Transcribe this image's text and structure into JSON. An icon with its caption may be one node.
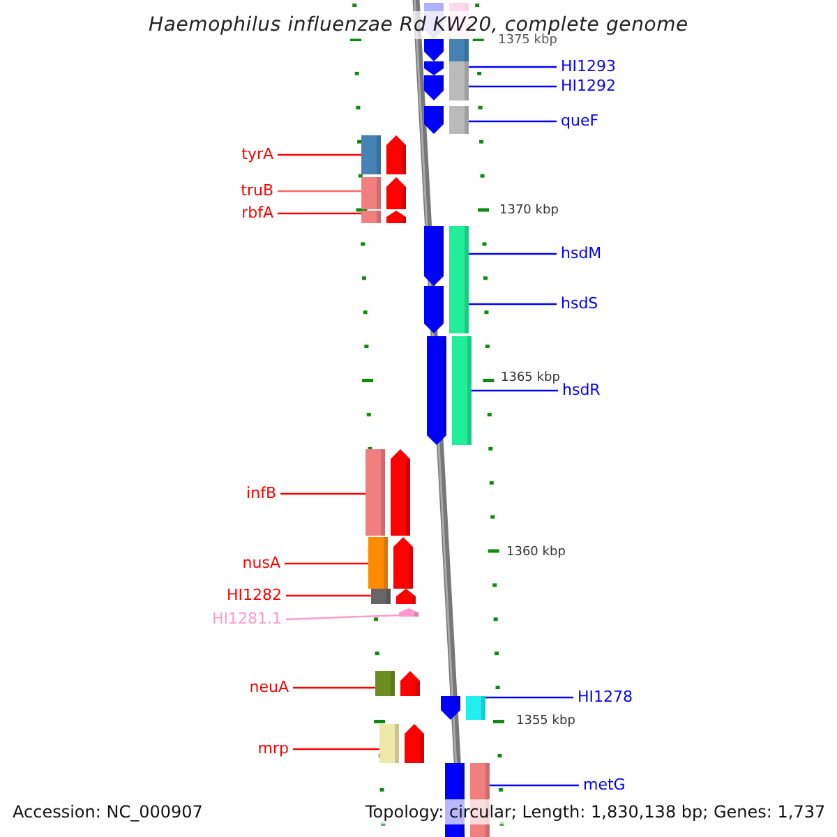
{
  "diagram": {
    "title": "Haemophilus influenzae Rd KW20, complete genome",
    "nodes": [
      {
        "text": [
          "HI1293"
        ]
      },
      {
        "text": [],
        "shape": "arrow"
      },
      {
        "text": [
          "HI1292"
        ]
      },
      {
        "text": [],
        "shape": "arrow"
      },
      {
        "text": [
          "queF"
        ]
      },
      {
        "text": [],
        "shape": "arrow"
      },
      {
        "text": [
          "tyrA"
        ]
      },
      {
        "text": [],
        "shape": "arrow"
      },
      {
        "text": [
          "truB"
        ]
      },
      {
        "text": [],
        "shape": "arrow"
      },
      {
        "text": [
          "rbfA"
        ]
      },
      {
        "text": [],
        "shape": "arrow"
      },
      {
        "text": [
          "hsdM"
        ]
      },
      {
        "text": [],
        "shape": "arrow"
      },
      {
        "text": [
          "hsdS"
        ]
      },
      {
        "text": [],
        "shape": "arrow"
      },
      {
        "text": [
          "hsdR"
        ]
      },
      {
        "text": [],
        "shape": "arrow"
      },
      {
        "text": [
          "infB"
        ]
      },
      {
        "text": [],
        "shape": "arrow"
      },
      {
        "text": [
          "nusA"
        ]
      },
      {
        "text": [],
        "shape": "arrow"
      },
      {
        "text": [
          "HI1282"
        ]
      },
      {
        "text": [],
        "shape": "arrow"
      },
      {
        "text": [
          "HI1281.1"
        ]
      },
      {
        "text": [],
        "shape": "arrow"
      },
      {
        "text": [
          "neuA"
        ]
      },
      {
        "text": [],
        "shape": "arrow"
      },
      {
        "text": [
          "HI1278"
        ]
      },
      {
        "text": [],
        "shape": "arrow"
      },
      {
        "text": [
          "mrp"
        ]
      },
      {
        "text": [],
        "shape": "arrow"
      },
      {
        "text": [
          "metG"
        ]
      },
      {
        "text": [],
        "shape": "arrow"
      },
      {
        "text": [],
        "shape": "arrow"
      },
      {
        "text": [],
        "shape": "arrow"
      }
    ],
    "edges": [
      {
        "from": 0,
        "to": 1,
        "arrow": "none",
        "color": "#0000ff"
      },
      {
        "from": 2,
        "to": 3,
        "arrow": "none",
        "color": "#0000ff"
      },
      {
        "from": 4,
        "to": 5,
        "arrow": "none",
        "color": "#0000ff"
      },
      {
        "from": 6,
        "to": 7,
        "arrow": "none",
        "color": "#ff0000"
      },
      {
        "from": 8,
        "to": 9,
        "arrow": "none",
        "color": "#ff6666"
      },
      {
        "from": 10,
        "to": 11,
        "arrow": "none",
        "color": "#ff0000"
      },
      {
        "from": 12,
        "to": 13,
        "arrow": "none",
        "color": "#0000ff"
      },
      {
        "from": 14,
        "to": 15,
        "arrow": "none",
        "color": "#0000ff"
      },
      {
        "from": 16,
        "to": 17,
        "arrow": "none",
        "color": "#0000ff"
      },
      {
        "from": 18,
        "to": 19,
        "arrow": "none",
        "color": "#ff0000"
      },
      {
        "from": 20,
        "to": 21,
        "arrow": "none",
        "color": "#ff0000"
      },
      {
        "from": 22,
        "to": 23,
        "arrow": "none",
        "color": "#ff0000"
      },
      {
        "from": 24,
        "to": 25,
        "arrow": "none",
        "color": "#ff99cc"
      },
      {
        "from": 26,
        "to": 27,
        "arrow": "none",
        "color": "#ff0000"
      },
      {
        "from": 28,
        "to": 29,
        "arrow": "none",
        "color": "#0000ff"
      },
      {
        "from": 30,
        "to": 31,
        "arrow": "none",
        "color": "#ff0000"
      },
      {
        "from": 32,
        "to": 33,
        "arrow": "none",
        "color": "#0000ff"
      }
    ],
    "labels": [
      "1375 kbp",
      "1370 kbp",
      "1365 kbp",
      "1360 kbp",
      "1355 kbp",
      "Accession: NC_000907",
      "Topology: circular; Length: 1,830,138 bp; Genes: 1,737"
    ]
  }
}
